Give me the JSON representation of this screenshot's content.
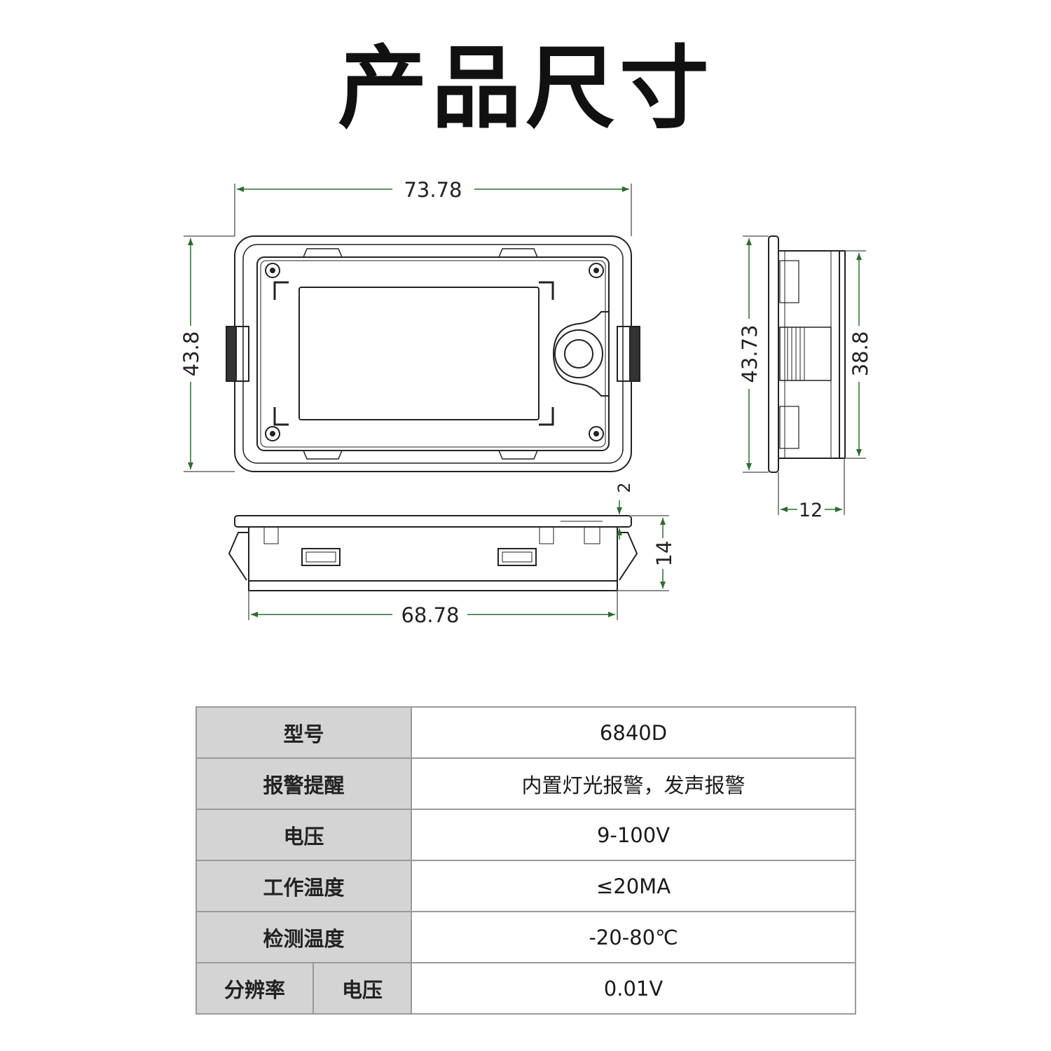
{
  "title": "产品尺寸",
  "dimensions": {
    "front_width": "73.78",
    "front_height": "43.8",
    "side_height_outer": "43.73",
    "side_height_inner": "38.8",
    "side_depth": "12",
    "bottom_lip": "2",
    "bottom_height": "14",
    "bottom_width": "68.78"
  },
  "specs": {
    "model": {
      "label": "型号",
      "value": "6840D"
    },
    "alarm": {
      "label": "报警提醒",
      "value": "内置灯光报警，发声报警"
    },
    "voltage": {
      "label": "电压",
      "value": "9-100V"
    },
    "working": {
      "label": "工作温度",
      "value": "≤20MA"
    },
    "detect": {
      "label": "检测温度",
      "value": "-20-80℃"
    },
    "resolution": {
      "label": "分辨率",
      "sub_label": "电压",
      "value": "0.01V"
    }
  },
  "colors": {
    "dimension_line": "#2e6b2e",
    "outline": "#222222",
    "label_bg": "#d4d4d4",
    "border": "#9a9a9a"
  }
}
